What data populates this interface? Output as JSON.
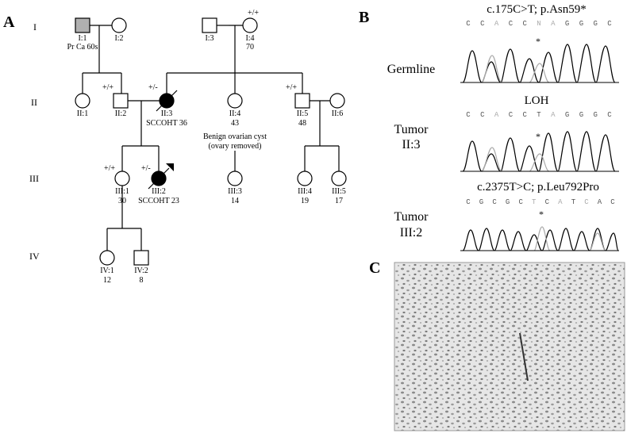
{
  "panels": {
    "a": "A",
    "b": "B",
    "c": "C"
  },
  "generations": [
    "I",
    "II",
    "III",
    "IV"
  ],
  "pedigree": {
    "I1": {
      "id": "I:1",
      "note": "Pr Ca 60s"
    },
    "I2": {
      "id": "I:2"
    },
    "I3": {
      "id": "I:3"
    },
    "I4": {
      "id": "I:4",
      "age": "70",
      "genotype": "+/+"
    },
    "II1": {
      "id": "II:1"
    },
    "II2": {
      "id": "II:2",
      "genotype": "+/+"
    },
    "II3": {
      "id": "II:3",
      "note": "SCCOHT 36",
      "genotype": "+/-"
    },
    "II4": {
      "id": "II:4",
      "age": "43",
      "note1": "Benign ovarian cyst",
      "note2": "(ovary removed)"
    },
    "II5": {
      "id": "II:5",
      "age": "48",
      "genotype": "+/+"
    },
    "II6": {
      "id": "II:6"
    },
    "III1": {
      "id": "III:1",
      "age": "30",
      "genotype": "+/+"
    },
    "III2": {
      "id": "III:2",
      "note": "SCCOHT 23",
      "genotype": "+/-"
    },
    "III3": {
      "id": "III:3",
      "age": "14"
    },
    "III4": {
      "id": "III:4",
      "age": "19"
    },
    "III5": {
      "id": "III:5",
      "age": "17"
    },
    "IV1": {
      "id": "IV:1",
      "age": "12"
    },
    "IV2": {
      "id": "IV:2",
      "age": "8"
    }
  },
  "sequencing": {
    "germline": {
      "title": "c.175C>T; p.Asn59*",
      "bases": [
        "C",
        "C",
        "A",
        "C",
        "C",
        "N",
        "A",
        "G",
        "G",
        "G",
        "C"
      ],
      "label": "Germline",
      "marker": "*"
    },
    "tumor1": {
      "title": "LOH",
      "bases": [
        "C",
        "C",
        "A",
        "C",
        "C",
        "T",
        "A",
        "G",
        "G",
        "G",
        "C"
      ],
      "label1": "Tumor",
      "label2": "II:3",
      "marker": "*"
    },
    "tumor2": {
      "title": "c.2375T>C; p.Leu792Pro",
      "bases": [
        "C",
        "G",
        "C",
        "G",
        "C",
        "T",
        "C",
        "A",
        "T",
        "C",
        "A",
        "C"
      ],
      "label1": "Tumor",
      "label2": "III:2",
      "marker": "*"
    }
  },
  "colors": {
    "affected": "#000000",
    "shaded": "#b0b0b0",
    "histology_bg": "#ececec"
  }
}
